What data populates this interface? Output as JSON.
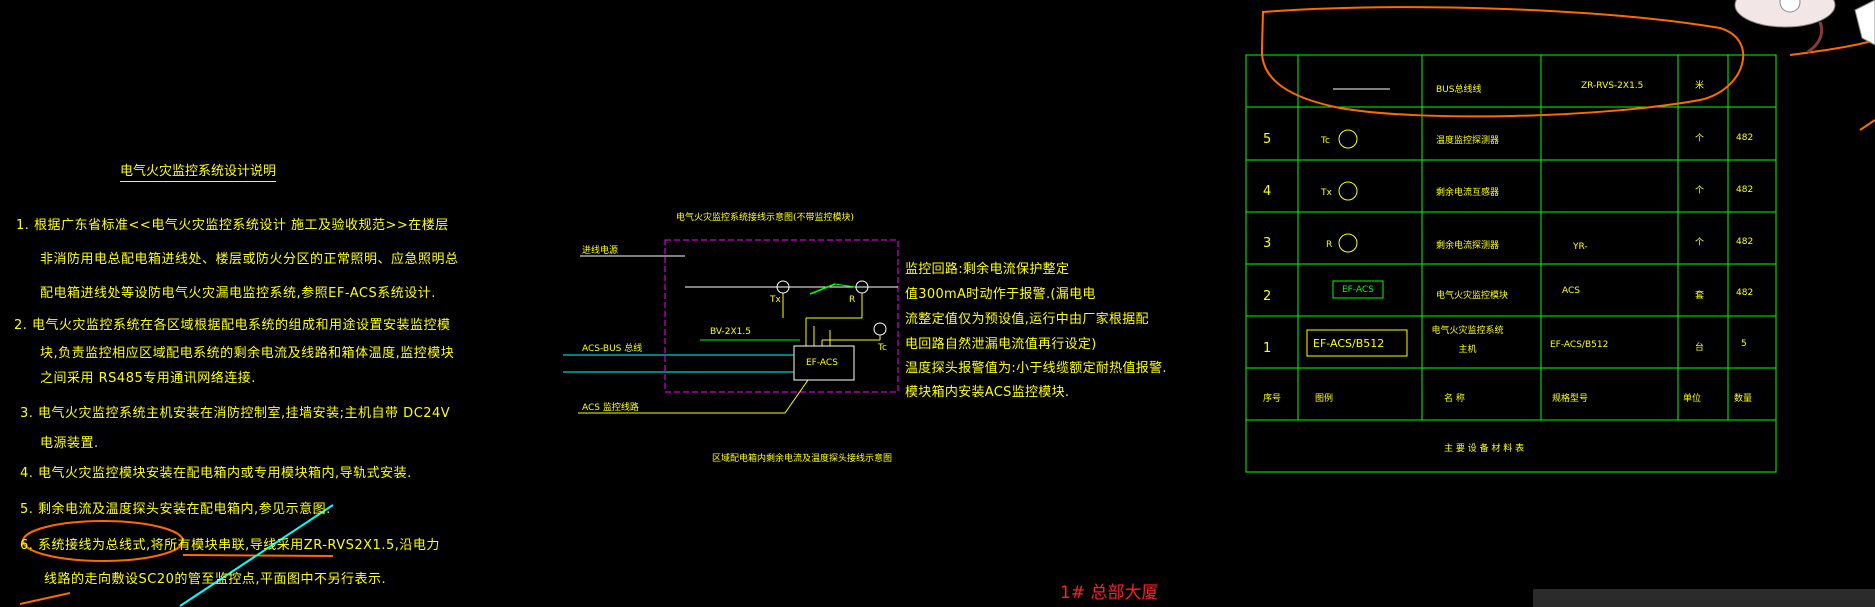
{
  "colors": {
    "background": "#000000",
    "text": "#ffff00",
    "table_lines": "#00ff00",
    "panel_border": "#ff00ff",
    "bus_line": "#00ffff",
    "annotation": "#ff6a00",
    "title_red": "#ff2020"
  },
  "notes": {
    "title": "电气火灾监控系统设计说明",
    "lines": [
      "1. 根据广东省标准<<电气火灾监控系统设计 施工及验收规范>>在楼层",
      "非消防用电总配电箱进线处、楼层或防火分区的正常照明、应急照明总",
      "配电箱进线处等设防电气火灾漏电监控系统,参照EF-ACS系统设计.",
      "2. 电气火灾监控系统在各区域根据配电系统的组成和用途设置安装监控模",
      "块,负责监控相应区域配电系统的剩余电流及线路和箱体温度,监控模块",
      "之间采用 RS485专用通讯网络连接.",
      "3. 电气火灾监控系统主机安装在消防控制室,挂墙安装;主机自带 DC24V",
      "电源装置.",
      "4. 电气火灾监控模块安装在配电箱内或专用模块箱内,导轨式安装.",
      "5. 剩余电流及温度探头安装在配电箱内,参见示意图.",
      "6. 系统接线为总线式,将所有模块串联,导线采用ZR-RVS2X1.5,沿电力",
      "线路的走向敷设SC20的管至监控点,平面图中不另行表示."
    ]
  },
  "schematic": {
    "title": "电气火灾监控系统接线示意图(不带监控模块)",
    "caption": "区域配电箱内剩余电流及温度探头接线示意图",
    "labels": {
      "incoming": "进线电源",
      "acs_bus": "ACS-BUS 总线",
      "acs_monitor": "ACS 监控线路",
      "wire": "BV-2X1.5",
      "module": "EF-ACS",
      "tx": "Tx",
      "r": "R",
      "tc": "Tc"
    },
    "side_notes": [
      "监控回路:剩余电流保护整定",
      "值300mA时动作于报警.(漏电电",
      "流整定值仅为预设值,运行中由厂家根据配",
      "电回路自然泄漏电流值再行设定)",
      "温度探头报警值为:小于线缆额定耐热值报警.",
      "模块箱内安装ACS监控模块."
    ]
  },
  "table": {
    "caption": "主 要 设 备 材 料 表",
    "header": [
      "序号",
      "图例",
      "名 称",
      "规格型号",
      "单位",
      "数量"
    ],
    "rows": [
      {
        "no": "",
        "symbol": "",
        "name": "BUS总线线",
        "model": "ZR-RVS-2X1.5",
        "unit": "米",
        "qty": ""
      },
      {
        "no": "5",
        "symbol": "Tc",
        "name": "温度监控探测器",
        "model": "",
        "unit": "个",
        "qty": "482"
      },
      {
        "no": "4",
        "symbol": "Tx",
        "name": "剩余电流互感器",
        "model": "",
        "unit": "个",
        "qty": "482"
      },
      {
        "no": "3",
        "symbol": "R",
        "name": "剩余电流探测器",
        "model": "YR-",
        "unit": "个",
        "qty": "482"
      },
      {
        "no": "2",
        "symbol": "EF-ACS",
        "name": "电气火灾监控模块",
        "model": "ACS",
        "unit": "套",
        "qty": "482"
      },
      {
        "no": "1",
        "symbol": "EF-ACS/B512",
        "name": "电气火灾监控系统主机",
        "model": "EF-ACS/B512",
        "unit": "台",
        "qty": "5"
      }
    ]
  },
  "project_title": "1# 总部大厦"
}
